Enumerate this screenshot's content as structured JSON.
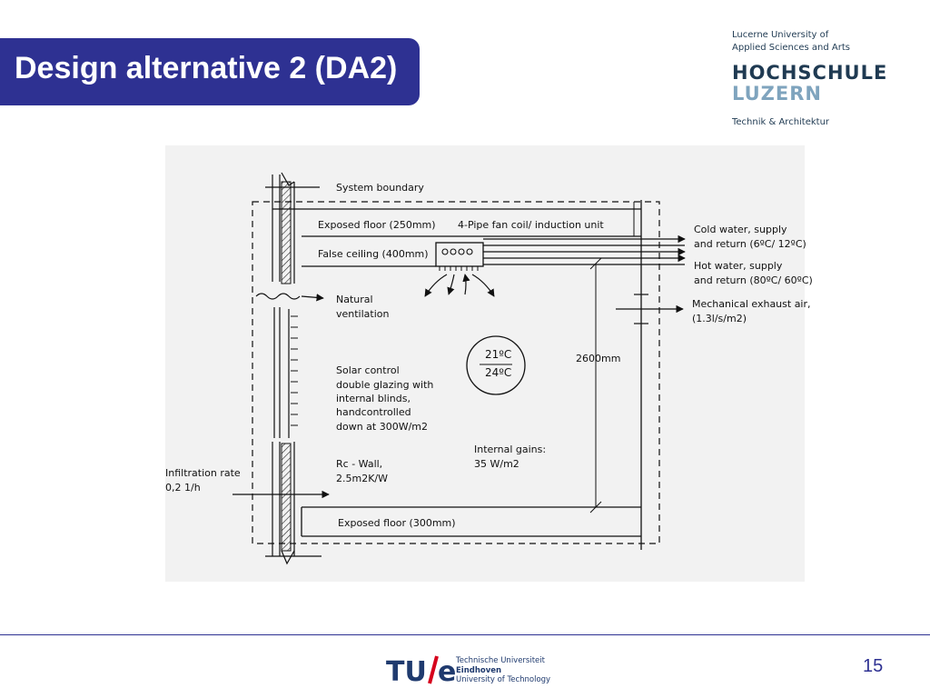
{
  "slide": {
    "title": "Design alternative 2 (DA2)",
    "page_number": "15"
  },
  "logos": {
    "hslu": {
      "line1": "Lucerne University of",
      "line2": "Applied Sciences and Arts",
      "name1": "HOCHSCHULE",
      "name2": "LUZERN",
      "dept": "Technik & Architektur"
    },
    "tue": {
      "mark_tu": "TU",
      "mark_e": "e",
      "line1": "Technische Universiteit",
      "line2": "Eindhoven",
      "line3": "University of Technology"
    }
  },
  "diagram": {
    "system_boundary": "System boundary",
    "exposed_floor_top": "Exposed floor (250mm)",
    "fan_coil": "4-Pipe fan coil/ induction unit",
    "false_ceiling": "False ceiling (400mm)",
    "cold_water_1": "Cold water,  supply",
    "cold_water_2": "and return (6ºC/ 12ºC)",
    "hot_water_1": "Hot water,  supply",
    "hot_water_2": "and return (80ºC/ 60ºC)",
    "natural_vent_1": "Natural",
    "natural_vent_2": "ventilation",
    "mech_exhaust_1": "Mechanical exhaust air,",
    "mech_exhaust_2": "(1.3l/s/m2)",
    "temp_top": "21ºC",
    "temp_bottom": "24ºC",
    "height": "2600mm",
    "glazing_1": "Solar control",
    "glazing_2": "double glazing with",
    "glazing_3": "internal blinds,",
    "glazing_4": "handcontrolled",
    "glazing_5": "down at 300W/m2",
    "internal_gains_1": "Internal gains:",
    "internal_gains_2": "35 W/m2",
    "infiltration_1": "Infiltration rate",
    "infiltration_2": "0,2 1/h",
    "rc_wall_1": "Rc - Wall,",
    "rc_wall_2": "2.5m2K/W",
    "exposed_floor_bottom": "Exposed floor (300mm)"
  }
}
